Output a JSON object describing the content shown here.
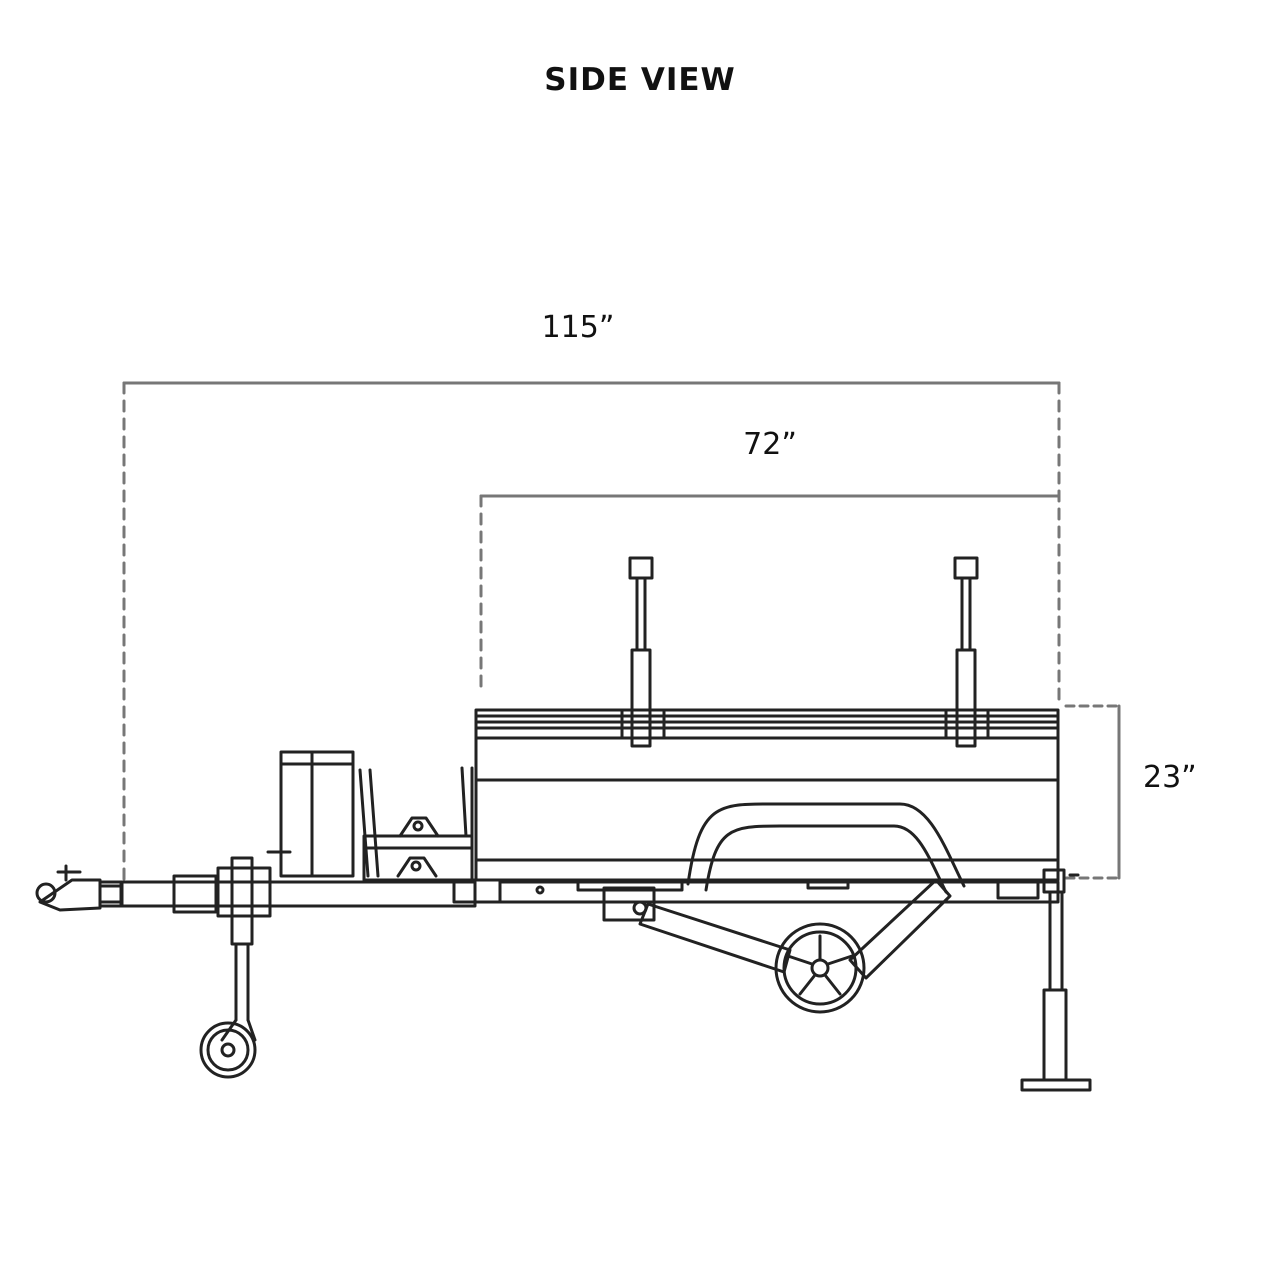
{
  "title": "SIDE VIEW",
  "dimensions": {
    "overall_length": "115”",
    "bed_length": "72”",
    "bed_height": "23”"
  }
}
